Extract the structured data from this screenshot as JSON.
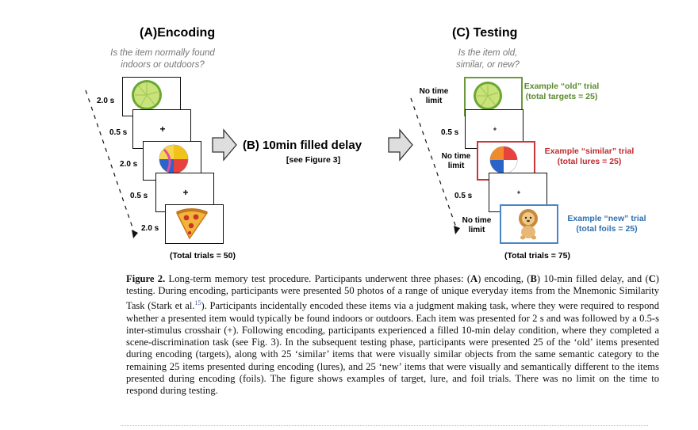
{
  "encoding": {
    "title": "(A)Encoding",
    "question": [
      "Is the item normally found",
      "indoors or outdoors?"
    ],
    "times": [
      "2.0 s",
      "0.5 s",
      "2.0 s",
      "0.5 s",
      "2.0 s"
    ],
    "total": "(Total trials = 50)"
  },
  "delay": {
    "title": "(B) 10min filled delay",
    "subtitle": "[see Figure 3]"
  },
  "testing": {
    "title": "(C) Testing",
    "question": [
      "Is the item old,",
      "similar, or new?"
    ],
    "times": [
      "No time limit",
      "0.5 s",
      "No time limit",
      "0.5 s",
      "No time limit"
    ],
    "examples": {
      "old": [
        "Example “old” trial",
        "(total targets = 25)"
      ],
      "similar": [
        "Example “similar” trial",
        "(total lures = 25)"
      ],
      "new": [
        "Example “new” trial",
        "(total foils = 25)"
      ]
    },
    "total": "(Total trials = 75)"
  },
  "crosshair": "+",
  "caption": {
    "label": "Figure 2.",
    "intro": " Long-term memory test procedure. Participants underwent three phases: (",
    "a": "A",
    "t1": ") encoding, (",
    "b": "B",
    "t2": ") 10-min filled delay, and (",
    "c": "C",
    "t3": ") testing. During encoding, participants were presented 50 photos of a range of unique everyday items from the Mnemonic Similarity Task (Stark et al.",
    "ref": "15",
    "t4": "). Participants incidentally encoded these items via a judgment making task, where they were required to respond whether a presented item would typically be found indoors or outdoors. Each item was presented for 2 s and was followed by a 0.5-s inter-stimulus crosshair (+). Following encoding, participants experienced a filled 10-min delay condition, where they completed a scene-discrimination task (see Fig. 3). In the subsequent testing phase, participants were presented 25 of the ‘old’ items presented during encoding (targets), along with 25 ‘similar’ items that were visually similar objects from the same semantic category to the remaining 25 items presented during encoding (lures), and 25 ‘new’ items that were visually and semantically different to the items presented during encoding (foils). The figure shows examples of target, lure, and foil trials. There was no limit on the time to respond during testing."
  },
  "colors": {
    "old": "#5a8a2e",
    "similar": "#c02a2f",
    "new": "#2f6fb0"
  }
}
